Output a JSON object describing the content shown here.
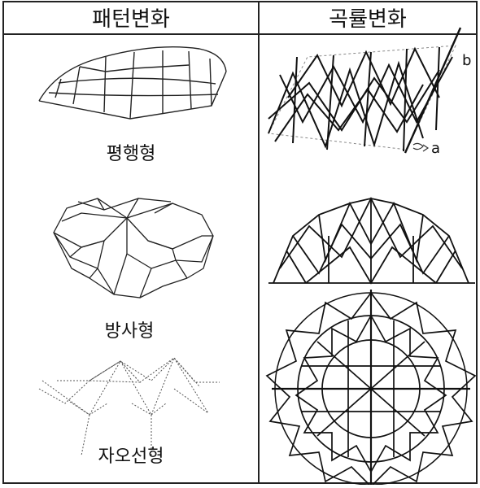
{
  "table": {
    "headers": [
      "패턴변화",
      "곡률변화"
    ],
    "pattern_labels": [
      "평행형",
      "방사형",
      "자오선형"
    ]
  },
  "annotations": {
    "label_a": "a",
    "label_b": "b"
  }
}
